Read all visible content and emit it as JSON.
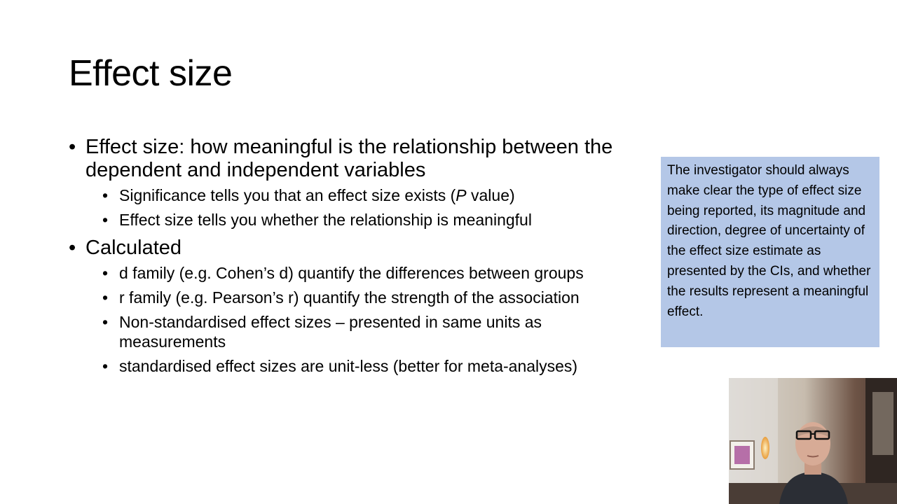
{
  "slide": {
    "title": "Effect size",
    "bullets": [
      {
        "text": "Effect size: how meaningful is the relationship between the dependent and independent variables",
        "sub": [
          {
            "before": "Significance tells you that an effect size exists (",
            "italic": "P",
            "after": " value)"
          },
          {
            "before": "Effect size tells you whether the relationship is meaningful",
            "italic": "",
            "after": ""
          }
        ]
      },
      {
        "text": "Calculated",
        "sub": [
          {
            "before": "d family (e.g. Cohen’s d) quantify the differences between groups",
            "italic": "",
            "after": ""
          },
          {
            "before": "r family (e.g. Pearson’s r) quantify the strength of the association",
            "italic": "",
            "after": ""
          },
          {
            "before": "Non-standardised effect sizes – presented in same units as measurements",
            "italic": "",
            "after": ""
          },
          {
            "before": "standardised effect sizes are unit-less (better for meta-analyses)",
            "italic": "",
            "after": ""
          }
        ]
      }
    ],
    "note": "The investigator should always make clear the type of effect size being reported, its magnitude and direction, degree of uncertainty of the effect size estimate as presented by the CIs, and whether the results represent a meaningful effect.",
    "bullet_glyph": "•"
  },
  "colors": {
    "background": "#ffffff",
    "note_background": "#b4c7e7",
    "text": "#000000"
  }
}
